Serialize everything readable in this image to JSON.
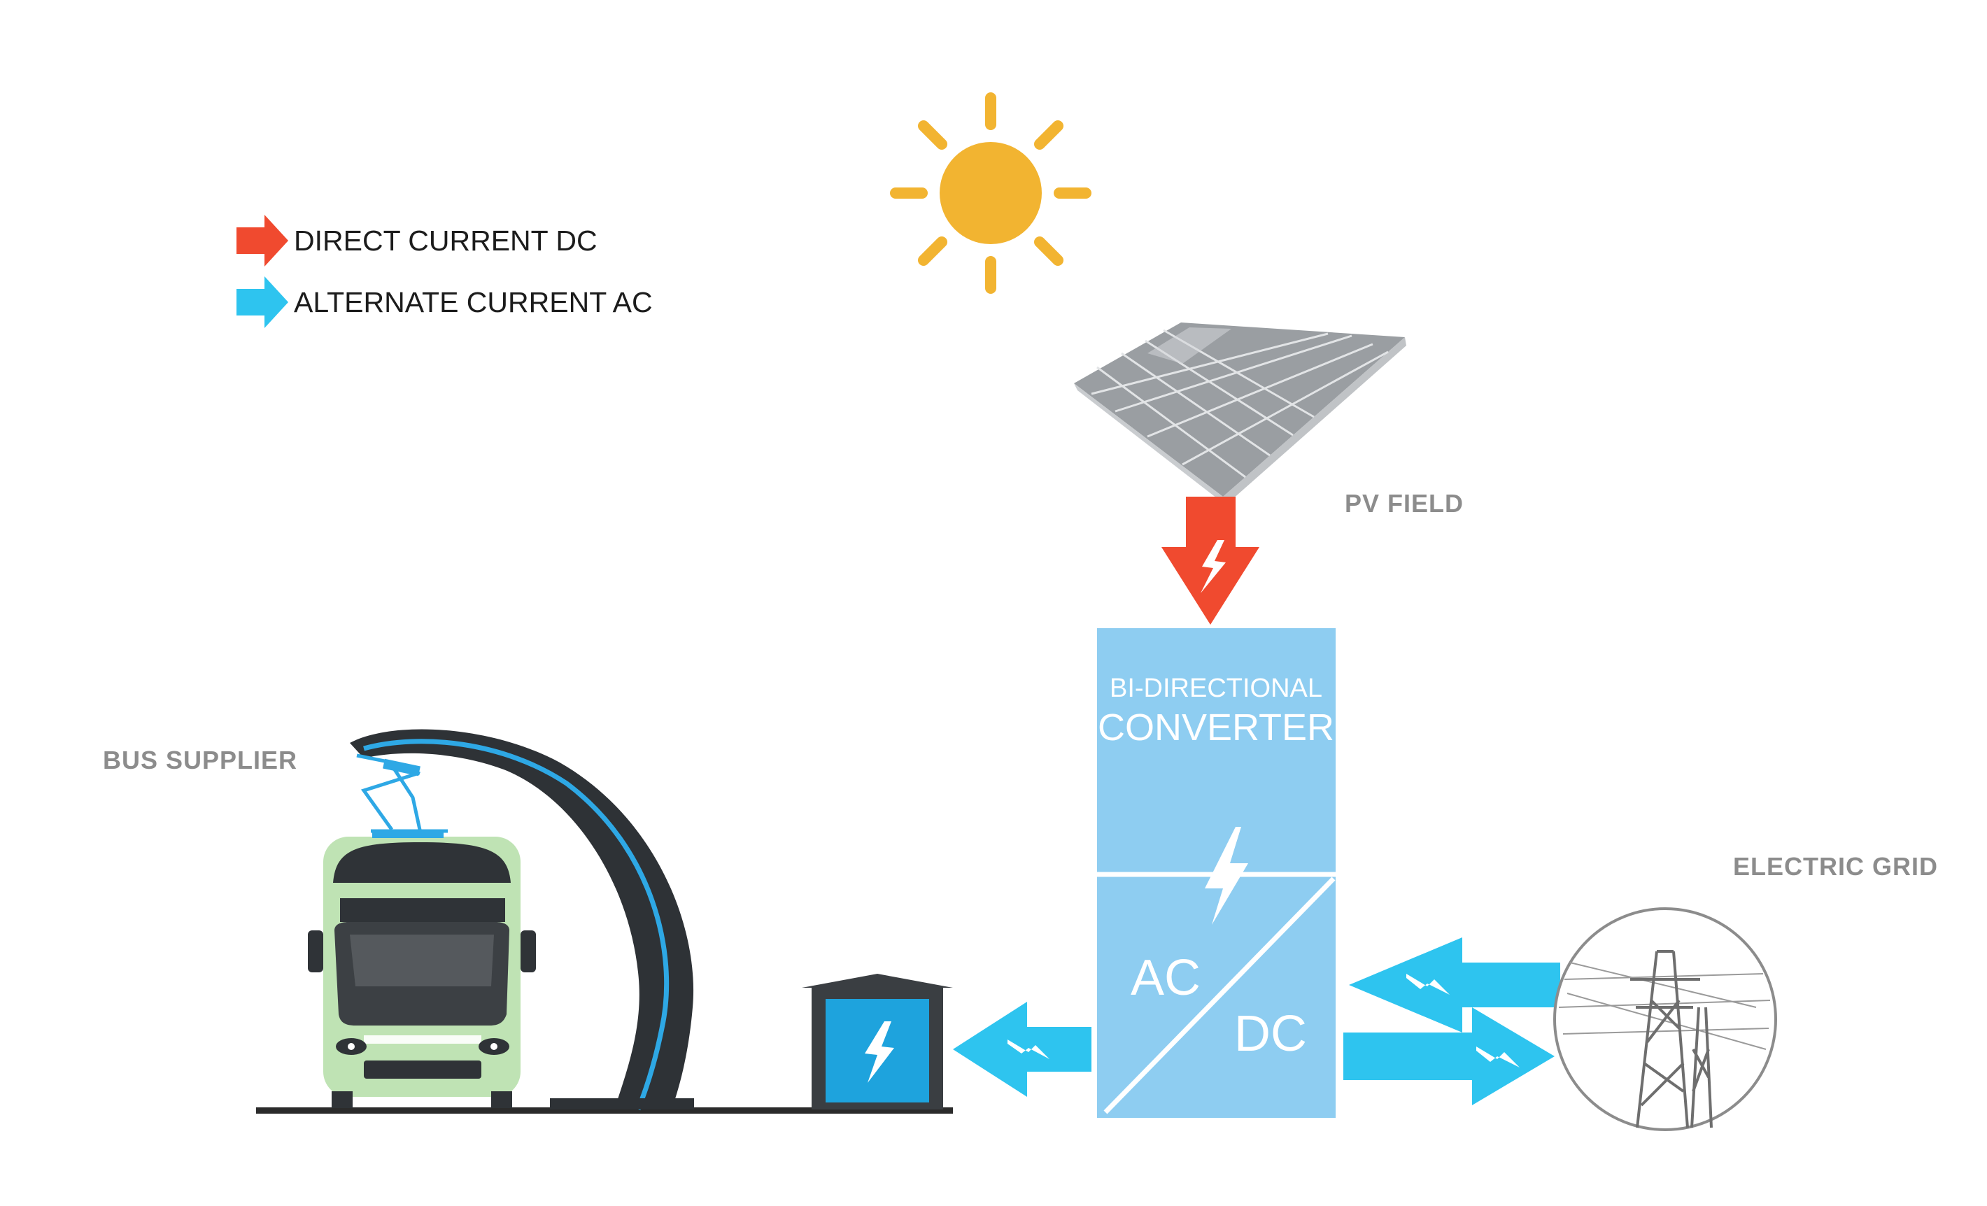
{
  "legend": {
    "dc": {
      "label": "DIRECT CURRENT DC",
      "color": "#f04a2f",
      "icon": "right-arrow-icon"
    },
    "ac": {
      "label": "ALTERNATE CURRENT AC",
      "color": "#2ec4ef",
      "icon": "right-arrow-icon"
    }
  },
  "labels": {
    "pv_field": "PV FIELD",
    "bus_supplier": "BUS SUPPLIER",
    "electric_grid": "ELECTRIC GRID"
  },
  "converter": {
    "line1": "BI-DIRECTIONAL",
    "line2": "CONVERTER",
    "ac": "AC",
    "dc": "DC",
    "color": "#8ecdf1"
  },
  "icons": {
    "sun": "sun-icon",
    "solar_panel": "solar-panel-icon",
    "bus": "electric-bus-icon",
    "pantograph": "charging-arch-icon",
    "charging_cabinet": "charging-cabinet-icon",
    "pylon": "power-pylon-icon",
    "lightning": "lightning-bolt-icon"
  },
  "colors": {
    "sun": "#f2b431",
    "dc_arrow": "#f04a2f",
    "ac_arrow": "#2ec4ef",
    "bus_body": "#bfe3b4",
    "arch": "#2e3236"
  }
}
